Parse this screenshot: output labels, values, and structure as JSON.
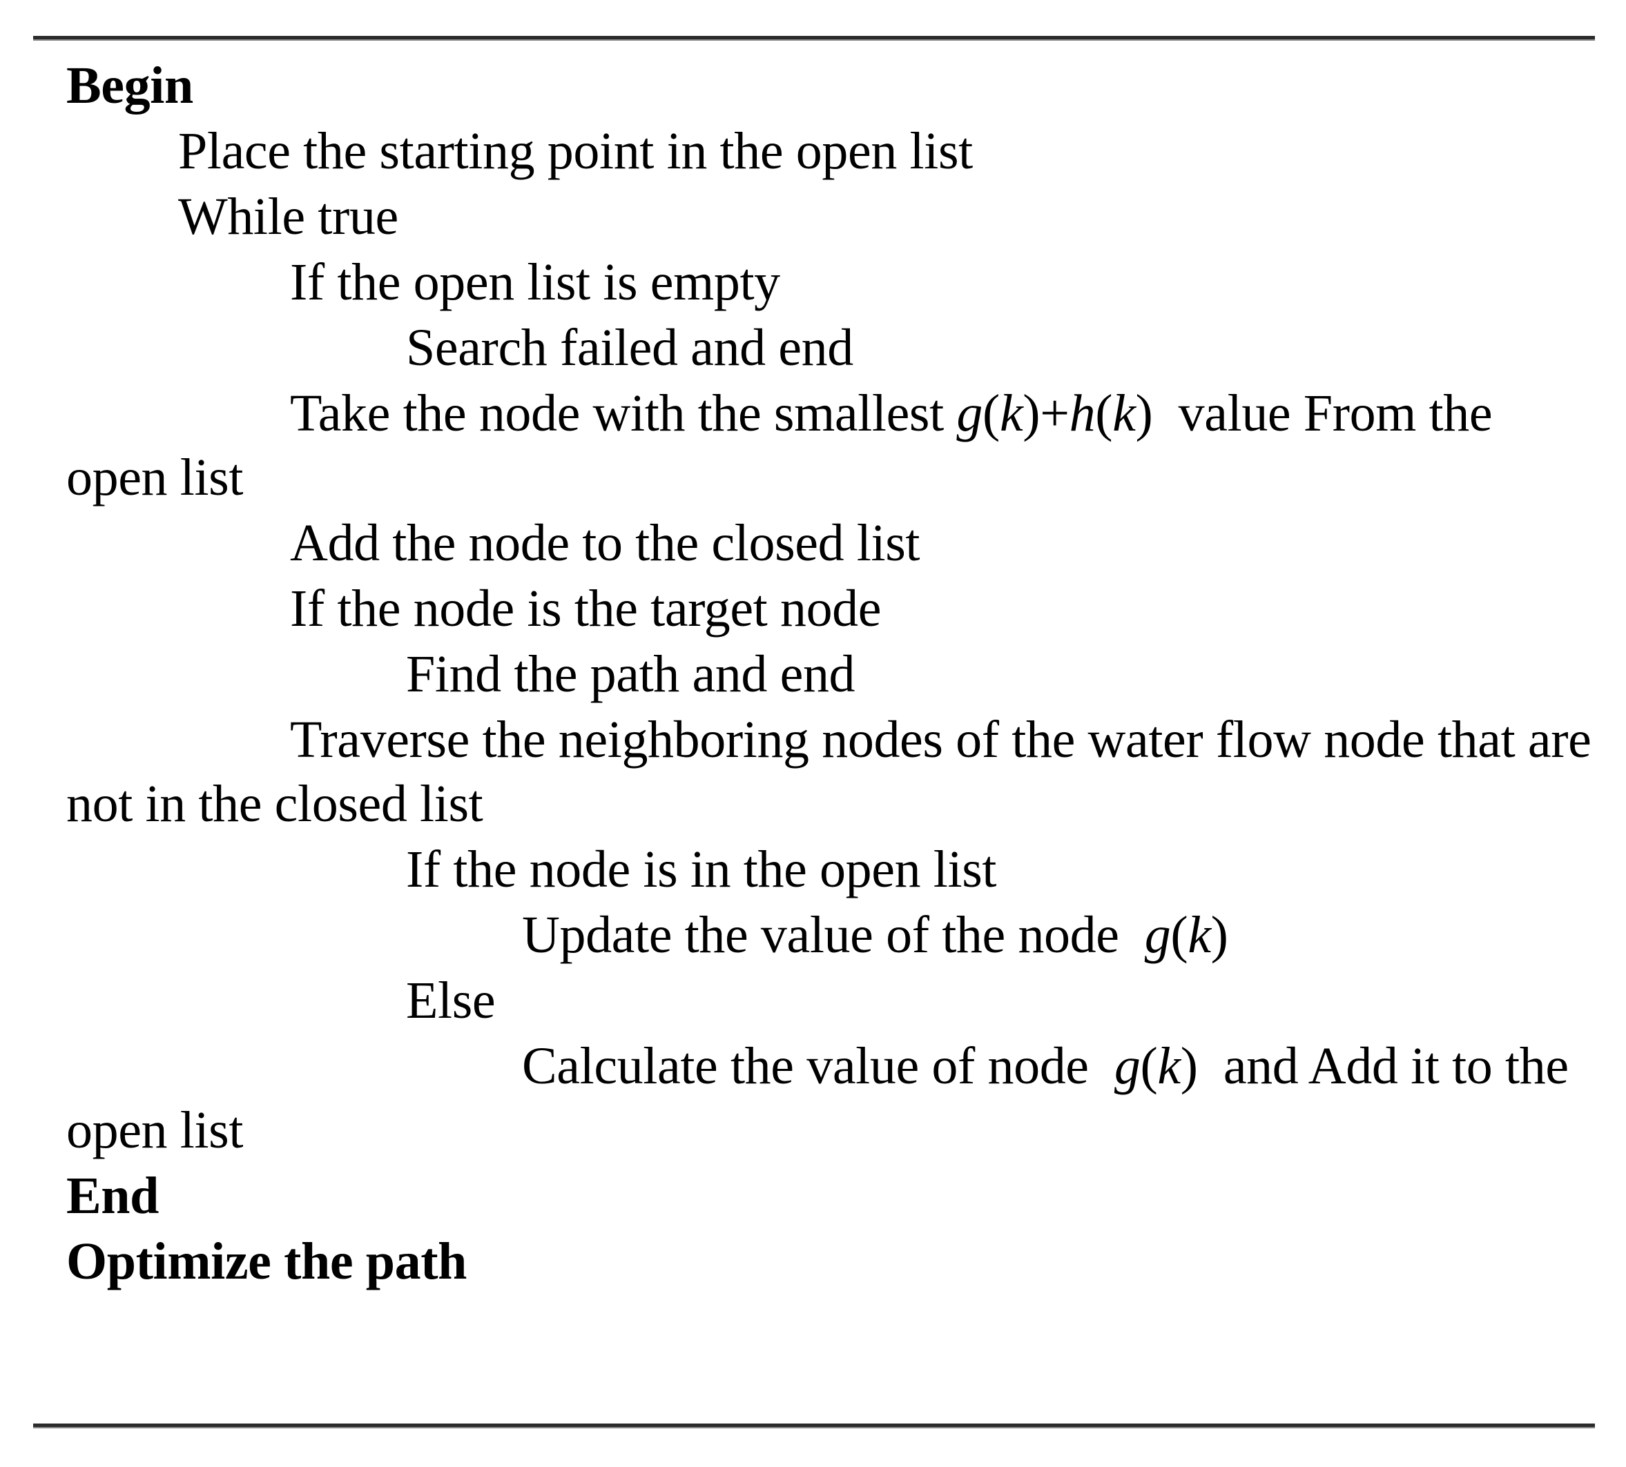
{
  "figure": {
    "kind": "algorithm-pseudocode",
    "rule_color": "#2b2b2b",
    "text_color": "#000000",
    "background_color": "#ffffff"
  },
  "lines": [
    {
      "id": "begin",
      "level": 0,
      "bold": true,
      "text": "Begin"
    },
    {
      "id": "place-start",
      "level": 1,
      "bold": false,
      "text": "Place the starting point in the open list"
    },
    {
      "id": "while-true",
      "level": 1,
      "bold": false,
      "text": "While true"
    },
    {
      "id": "if-open-empty",
      "level": 2,
      "bold": false,
      "text": "If the open list is empty"
    },
    {
      "id": "search-failed",
      "level": 3,
      "bold": false,
      "text": "Search failed and end"
    },
    {
      "id": "take-smallest",
      "level": 2,
      "bold": false,
      "text_before": "Take the node with the smallest ",
      "math": "g(k)+h(k)",
      "text_after": "  value From the open list"
    },
    {
      "id": "add-closed",
      "level": 2,
      "bold": false,
      "text": "Add the node to the closed list"
    },
    {
      "id": "if-target",
      "level": 2,
      "bold": false,
      "text": "If the node is the target node"
    },
    {
      "id": "find-path",
      "level": 3,
      "bold": false,
      "text": "Find the path and end"
    },
    {
      "id": "traverse",
      "level": 2,
      "bold": false,
      "text": "Traverse the neighboring nodes of the water flow node that are not in the closed list"
    },
    {
      "id": "if-in-open",
      "level": 3,
      "bold": false,
      "text": "If the node is in the open list"
    },
    {
      "id": "update-value",
      "level": 4,
      "bold": false,
      "text_before": "Update the value of the node  ",
      "math": "g(k)",
      "text_after": ""
    },
    {
      "id": "else",
      "level": 3,
      "bold": false,
      "text": "Else"
    },
    {
      "id": "calculate-value",
      "level": 4,
      "bold": false,
      "text_before": "Calculate the value of node  ",
      "math": "g(k)",
      "text_after": "  and Add it to the open list"
    },
    {
      "id": "end",
      "level": 0,
      "bold": true,
      "text": "End"
    },
    {
      "id": "optimize-path",
      "level": 0,
      "bold": true,
      "text": "Optimize the path"
    }
  ],
  "math_expressions": {
    "cost_function": "g(k)+h(k)",
    "g_cost": "g(k)",
    "h_cost": "h(k)"
  }
}
